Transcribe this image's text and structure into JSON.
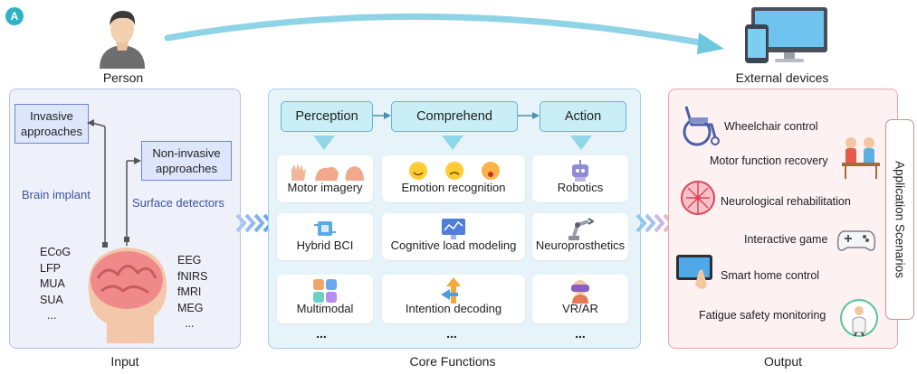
{
  "panel_letter": "A",
  "top": {
    "person_label": "Person",
    "external_label": "External devices"
  },
  "input": {
    "invasive": "Invasive approaches",
    "noninvasive": "Non-invasive approaches",
    "brain_implant": "Brain implant",
    "surface_detectors": "Surface detectors",
    "invasive_signals": [
      "ECoG",
      "LFP",
      "MUA",
      "SUA",
      "..."
    ],
    "noninvasive_signals": [
      "EEG",
      "fNIRS",
      "fMRI",
      "MEG",
      "..."
    ],
    "caption": "Input"
  },
  "core": {
    "steps": [
      "Perception",
      "Comprehend",
      "Action"
    ],
    "rows": [
      [
        "Motor  imagery",
        "Emotion recognition",
        "Robotics"
      ],
      [
        "Hybrid BCI",
        "Cognitive load modeling",
        "Neuroprosthetics"
      ],
      [
        "Multimodal",
        "Intention  decoding",
        "VR/AR"
      ]
    ],
    "more": "...",
    "caption": "Core Functions"
  },
  "output": {
    "items": [
      "Wheelchair  control",
      "Motor function recovery",
      "Neurological rehabilitation",
      "Interactive game",
      "Smart home control",
      "Fatigue safety monitoring"
    ],
    "side_tab": "Application Scenarios",
    "caption": "Output"
  },
  "colors": {
    "accent_teal": "#2fb3c4",
    "input_panel": "#eef0fa",
    "core_panel": "#e6f4fa",
    "output_panel": "#fdf1f1",
    "step_fill": "#c9eef5",
    "label_blue": "#3d55a4"
  },
  "icons": [
    "person-icon",
    "monitor-icon",
    "phone-icon",
    "brain-head-icon",
    "hand-icon",
    "emoji-icon",
    "robot-icon",
    "chip-icon",
    "chart-icon",
    "robot-arm-icon",
    "multimodal-icon",
    "arrows-icon",
    "vr-headset-icon",
    "wheelchair-icon",
    "rehab-people-icon",
    "neural-brain-icon",
    "gamepad-icon",
    "tablet-icon",
    "doctor-icon"
  ]
}
